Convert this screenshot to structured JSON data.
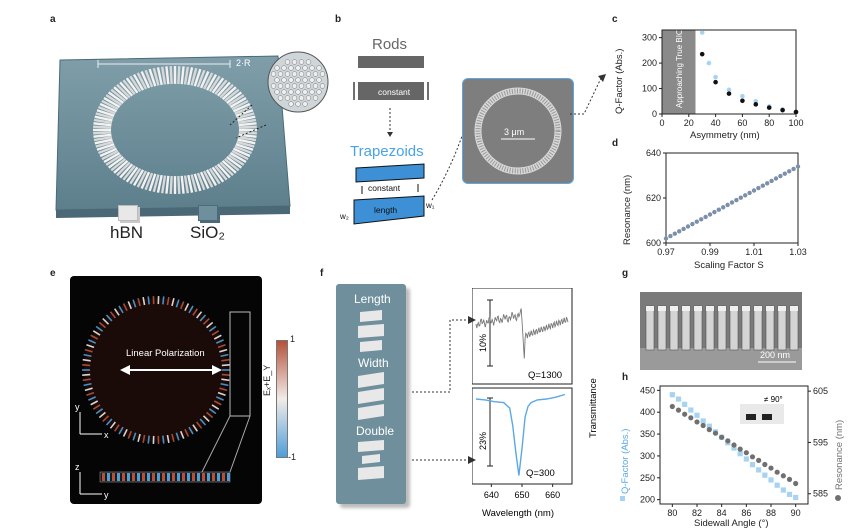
{
  "panels": {
    "a": {
      "label": "a",
      "ring_label": "2·R",
      "materials": [
        "hBN",
        "SiO₂"
      ]
    },
    "b": {
      "label": "b",
      "rods_title": "Rods",
      "rod_text": "constant",
      "trap_title": "Trapezoids",
      "trap_constant": "constant",
      "trap_length": "length",
      "w1": "w₁",
      "w2": "w₂",
      "sem_scale": "3 μm"
    },
    "c": {
      "label": "c"
    },
    "d": {
      "label": "d"
    },
    "e": {
      "label": "e",
      "polarization": "Linear Polarization",
      "cbar_max": "1",
      "cbar_min": "-1",
      "cbar_label": "Eₓ+E_Y",
      "axes_top": [
        "y",
        "x"
      ],
      "axes_bottom": [
        "z",
        "y"
      ]
    },
    "f": {
      "label": "f",
      "shapes": [
        "Length",
        "Width",
        "Double"
      ],
      "top_scale": "10%",
      "top_q": "Q=1300",
      "bot_scale": "23%",
      "bot_q": "Q=300",
      "xlabel": "Wavelength (nm)",
      "ylabel": "Transmittance",
      "xticks": [
        "640",
        "650",
        "660"
      ]
    },
    "g": {
      "label": "g",
      "scale": "200 nm"
    },
    "h": {
      "label": "h",
      "inset": "≠ 90°"
    }
  },
  "colors": {
    "substrate": "#6f8f9c",
    "accent_blue": "#5aa9e6",
    "q_abs": "#a7d3f2",
    "q_black": "#111111",
    "resonance": "#7a8fa8",
    "gray_pts": "#707070"
  },
  "chart_data": [
    {
      "id": "c",
      "type": "scatter",
      "xlabel": "Asymmetry (nm)",
      "ylabel": "Q-Factor (Abs.)",
      "xlim": [
        0,
        100
      ],
      "ylim": [
        0,
        330
      ],
      "xticks": [
        0,
        20,
        40,
        60,
        80,
        100
      ],
      "yticks": [
        0,
        100,
        200,
        300
      ],
      "shaded_region": {
        "x": [
          0,
          25
        ],
        "text": "Approaching True BIC"
      },
      "series": [
        {
          "color": "#a7d3f2",
          "x": [
            30,
            35,
            40,
            50,
            60,
            70,
            80,
            90,
            100
          ],
          "y": [
            320,
            200,
            145,
            95,
            70,
            50,
            30,
            18,
            8
          ]
        },
        {
          "color": "#111111",
          "x": [
            30,
            40,
            50,
            60,
            70,
            80,
            90,
            100
          ],
          "y": [
            235,
            125,
            80,
            52,
            38,
            25,
            15,
            8
          ]
        }
      ]
    },
    {
      "id": "d",
      "type": "scatter",
      "xlabel": "Scaling Factor S",
      "ylabel": "Resonance (nm)",
      "xlim": [
        0.97,
        1.03
      ],
      "ylim": [
        600,
        640
      ],
      "xticks": [
        "0.97",
        "0.99",
        "1.01",
        "1.03"
      ],
      "yticks": [
        600,
        620,
        640
      ],
      "series": [
        {
          "color": "#7a8fa8",
          "x_start": 0.97,
          "x_end": 1.03,
          "n": 31,
          "y_start": 602,
          "y_end": 634
        }
      ]
    },
    {
      "id": "h",
      "type": "scatter",
      "xlabel": "Sidewall Angle (°)",
      "ylabel_left": "Q-Factor (Abs.)",
      "ylabel_right": "Resonance (nm)",
      "xlim": [
        79,
        91
      ],
      "ylim_left": [
        190,
        460
      ],
      "ylim_right": [
        583,
        606
      ],
      "xticks": [
        80,
        82,
        84,
        86,
        88,
        90
      ],
      "yticks_left": [
        200,
        250,
        300,
        350,
        400,
        450
      ],
      "yticks_right": [
        585,
        595,
        605
      ],
      "series": [
        {
          "name": "Q-Factor (Abs.)",
          "axis": "left",
          "color": "#a7d3f2",
          "marker": "square",
          "x": [
            80,
            80.5,
            81,
            81.5,
            82,
            82.5,
            83,
            83.5,
            84,
            84.5,
            85,
            85.5,
            86,
            86.5,
            87,
            87.5,
            88,
            88.5,
            89,
            89.5,
            90
          ],
          "y": [
            440,
            430,
            418,
            405,
            393,
            380,
            368,
            355,
            343,
            330,
            318,
            305,
            293,
            280,
            268,
            256,
            245,
            233,
            222,
            212,
            205
          ]
        },
        {
          "name": "Resonance (nm)",
          "axis": "right",
          "color": "#707070",
          "marker": "circle",
          "x": [
            80,
            80.5,
            81,
            81.5,
            82,
            82.5,
            83,
            83.5,
            84,
            84.5,
            85,
            85.5,
            86,
            86.5,
            87,
            87.5,
            88,
            88.5,
            89,
            89.5,
            90
          ],
          "y": [
            602,
            601.3,
            600.5,
            599.8,
            599,
            598.3,
            597.5,
            596.8,
            596,
            595.3,
            594.5,
            593.7,
            593,
            592.2,
            591.5,
            590.7,
            590,
            589.2,
            588.5,
            587.8,
            587
          ]
        }
      ]
    },
    {
      "id": "f-top",
      "type": "line",
      "xlabel": "Wavelength (nm)",
      "xlim": [
        635,
        665
      ],
      "note": "Transmittance spectrum, Length-asymmetry ring"
    },
    {
      "id": "f-bottom",
      "type": "line",
      "xlabel": "Wavelength (nm)",
      "xlim": [
        635,
        665
      ],
      "x": [
        635,
        638,
        641,
        644,
        646,
        647,
        648,
        649,
        650,
        651,
        652,
        653,
        655,
        658,
        661,
        664
      ],
      "y": [
        0.9,
        0.89,
        0.87,
        0.86,
        0.8,
        0.6,
        0.3,
        0.05,
        0.35,
        0.7,
        0.82,
        0.86,
        0.89,
        0.9,
        0.92,
        0.95
      ]
    }
  ]
}
